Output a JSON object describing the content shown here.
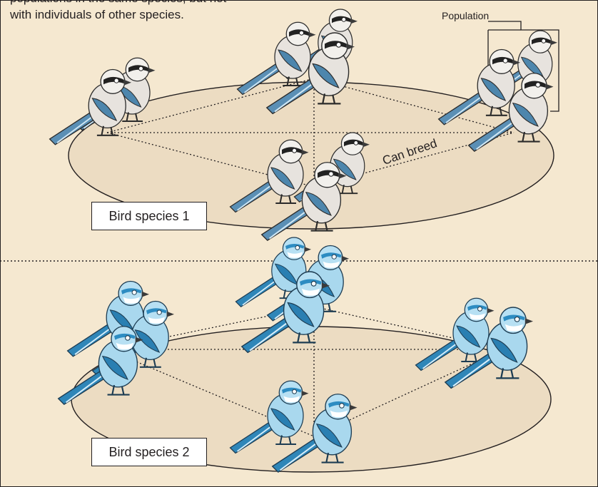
{
  "caption": {
    "line1": "populations in the same species, but not",
    "line2": "with individuals of other species."
  },
  "labels": {
    "population": "Population",
    "can_breed": "Can breed"
  },
  "species": [
    {
      "label": "Bird species 1",
      "body_color": "#e7e3de",
      "accent_color": "#3f7fa8"
    },
    {
      "label": "Bird species 2",
      "body_color": "#a9d8ee",
      "accent_color": "#1c7aad"
    }
  ],
  "colors": {
    "background": "#f5e8d0",
    "platform": "#ecdcc2",
    "line": "#231f20"
  }
}
